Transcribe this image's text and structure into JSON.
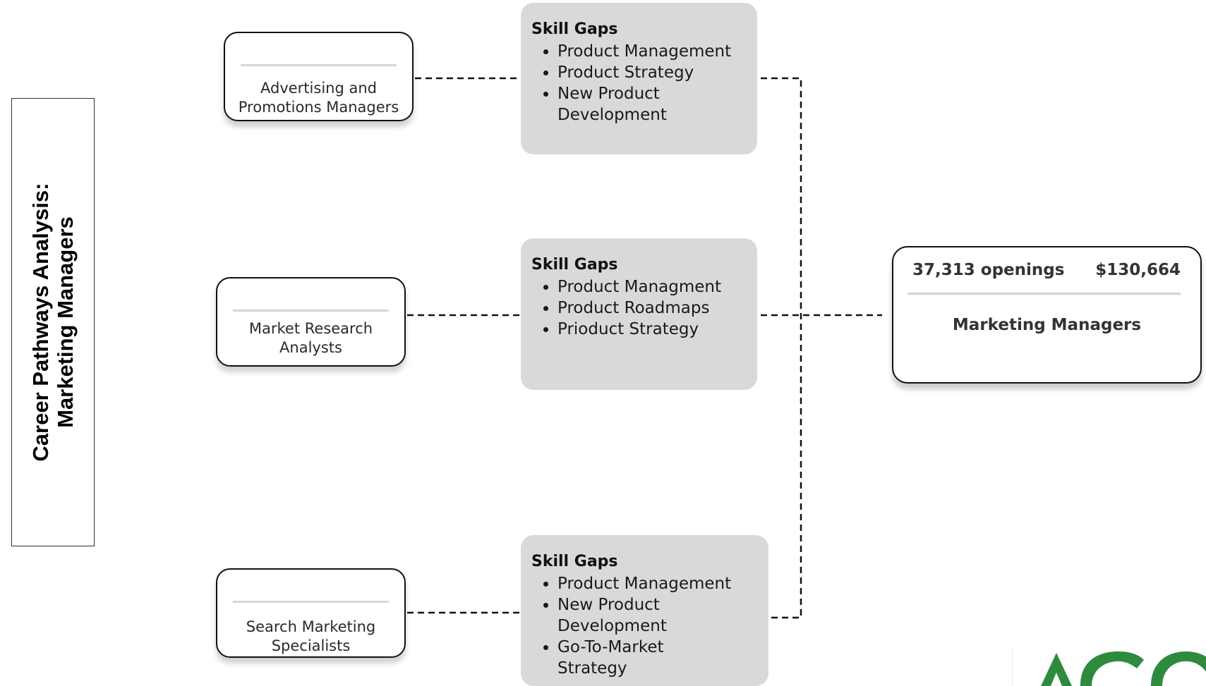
{
  "side_title": {
    "line1": "Career Pathways Analysis:",
    "line2": "Marketing Managers"
  },
  "source_roles": [
    {
      "name": "Advertising and Promotions Managers"
    },
    {
      "name": "Market Research Analysts"
    },
    {
      "name": "Search Marketing Specialists"
    }
  ],
  "skill_gaps": [
    {
      "title": "Skill Gaps",
      "items": [
        "Product Management",
        "Product Strategy",
        "New Product Development"
      ]
    },
    {
      "title": "Skill Gaps",
      "items": [
        "Product Managment",
        "Product Roadmaps",
        "Prioduct Strategy"
      ]
    },
    {
      "title": "Skill Gaps",
      "items": [
        "Product Management",
        "New Product Development",
        "Go-To-Market Strategy"
      ]
    }
  ],
  "target_role": {
    "openings": "37,313 openings",
    "salary": "$130,664",
    "name": "Marketing Managers"
  },
  "colors": {
    "skill_gap_fill": "#d9d9d9",
    "logo_green": "#2e8b3e"
  }
}
